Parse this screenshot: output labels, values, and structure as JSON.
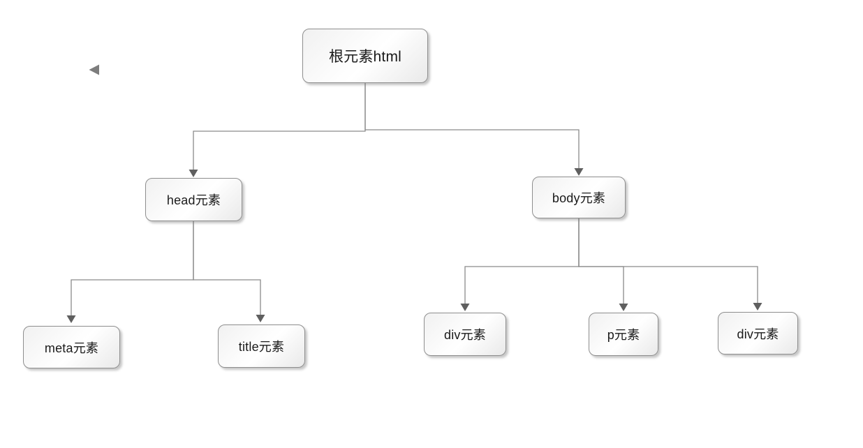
{
  "diagram": {
    "type": "tree",
    "description": "HTML DOM tree diagram",
    "nodes": {
      "root": {
        "label": "根元素html"
      },
      "head": {
        "label": "head元素"
      },
      "body": {
        "label": "body元素"
      },
      "meta": {
        "label": "meta元素"
      },
      "title": {
        "label": "title元素"
      },
      "div1": {
        "label": "div元素"
      },
      "p": {
        "label": "p元素"
      },
      "div2": {
        "label": "div元素"
      }
    },
    "edges": [
      {
        "from": "root",
        "to": "head"
      },
      {
        "from": "root",
        "to": "body"
      },
      {
        "from": "head",
        "to": "meta"
      },
      {
        "from": "head",
        "to": "title"
      },
      {
        "from": "body",
        "to": "div1"
      },
      {
        "from": "body",
        "to": "p"
      },
      {
        "from": "body",
        "to": "div2"
      }
    ],
    "colors": {
      "canvas": "#ffffff",
      "node_border": "#8e8e8e",
      "node_fill_light": "#ffffff",
      "node_fill_dark": "#e9e9e9",
      "connector": "#8a8a8a",
      "arrowhead": "#5f5f5f",
      "text": "#1a1a1a",
      "triangle_icon": "#7d7d7d"
    }
  },
  "icons": {
    "left_triangle": "left-pointing solid triangle"
  }
}
